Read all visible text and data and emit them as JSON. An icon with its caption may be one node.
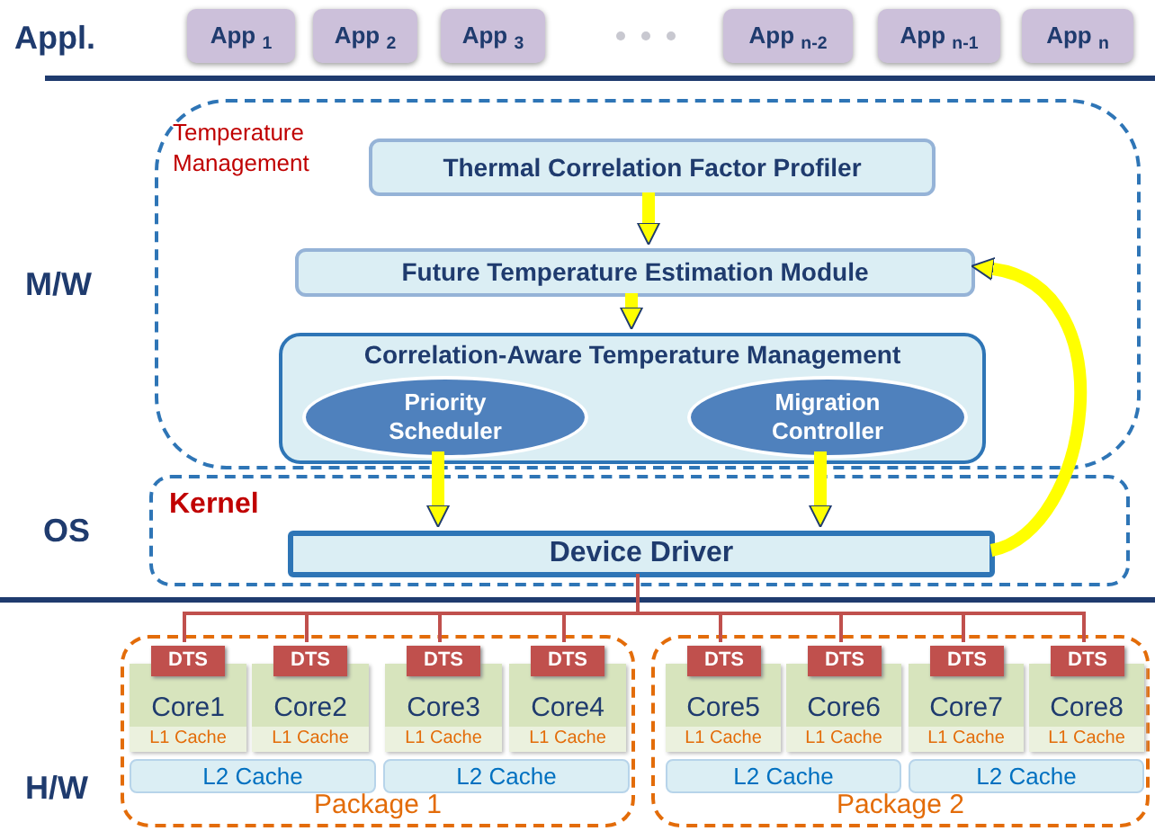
{
  "diagram": {
    "nodes": [
      {
        "text": [
          "App $_{1}$"
        ]
      },
      {
        "text": [
          "App $_{2}$"
        ]
      },
      {
        "text": [
          "App $_{3}$"
        ]
      },
      {
        "text": [
          "App $_{n-2}$"
        ]
      },
      {
        "text": [
          "App $_{n-1}$"
        ]
      },
      {
        "text": [
          "App $_{n}$"
        ]
      },
      {
        "text": [
          "Temperature Management"
        ]
      },
      {
        "text": [
          "Thermal Correlation Factor Profiler"
        ],
        "in": 6
      },
      {
        "text": [
          "Future Temperature Estimation Module"
        ],
        "in": 6
      },
      {
        "text": [
          "Correlation-Aware Temperature Management"
        ],
        "in": 6
      },
      {
        "text": [
          "Priority Scheduler"
        ],
        "in": 9
      },
      {
        "text": [
          "Migration Controller"
        ],
        "in": 9
      },
      {
        "text": [
          "Kernel"
        ]
      },
      {
        "text": [
          "Device Driver"
        ],
        "in": 12
      },
      {
        "text": [
          "Package 1"
        ]
      },
      {
        "text": [
          "Core1",
          "L1 Cache"
        ],
        "in": 14
      },
      {
        "text": [
          "DTS"
        ],
        "in": 14
      },
      {
        "text": [
          "Core2",
          "L1 Cache"
        ],
        "in": 14
      },
      {
        "text": [
          "DTS"
        ],
        "in": 14
      },
      {
        "text": [
          "Core3",
          "L1 Cache"
        ],
        "in": 14
      },
      {
        "text": [
          "DTS"
        ],
        "in": 14
      },
      {
        "text": [
          "Core4",
          "L1 Cache"
        ],
        "in": 14
      },
      {
        "text": [
          "DTS"
        ],
        "in": 14
      },
      {
        "text": [
          "L2 Cache"
        ],
        "in": 14
      },
      {
        "text": [
          "L2 Cache"
        ],
        "in": 14
      },
      {
        "text": [
          "Package 2"
        ]
      },
      {
        "text": [
          "Core5",
          "L1 Cache"
        ],
        "in": 25
      },
      {
        "text": [
          "DTS"
        ],
        "in": 25
      },
      {
        "text": [
          "Core6",
          "L1 Cache"
        ],
        "in": 25
      },
      {
        "text": [
          "DTS"
        ],
        "in": 25
      },
      {
        "text": [
          "Core7",
          "L1 Cache"
        ],
        "in": 25
      },
      {
        "text": [
          "DTS"
        ],
        "in": 25
      },
      {
        "text": [
          "Core8",
          "L1 Cache"
        ],
        "in": 25
      },
      {
        "text": [
          "DTS"
        ],
        "in": 25
      },
      {
        "text": [
          "L2 Cache"
        ],
        "in": 25
      },
      {
        "text": [
          "L2 Cache"
        ],
        "in": 25
      }
    ],
    "edges": [
      {
        "from": 7,
        "to": 8,
        "arrow": "to",
        "style": "thick",
        "color": "#ffff00"
      },
      {
        "from": 8,
        "to": 9,
        "arrow": "to",
        "style": "thick",
        "color": "#ffff00"
      },
      {
        "from": 10,
        "to": 13,
        "arrow": "to",
        "style": "thick",
        "color": "#ffff00"
      },
      {
        "from": 11,
        "to": 13,
        "arrow": "to",
        "style": "thick",
        "color": "#ffff00"
      },
      {
        "from": 13,
        "to": 8,
        "arrow": "to",
        "style": "thick",
        "color": "#ffff00"
      },
      {
        "from": 13,
        "to": 16,
        "arrow": "none"
      },
      {
        "from": 13,
        "to": 18,
        "arrow": "none"
      },
      {
        "from": 13,
        "to": 20,
        "arrow": "none"
      },
      {
        "from": 13,
        "to": 22,
        "arrow": "none"
      },
      {
        "from": 13,
        "to": 27,
        "arrow": "none"
      },
      {
        "from": 13,
        "to": 29,
        "arrow": "none"
      },
      {
        "from": 13,
        "to": 31,
        "arrow": "none"
      },
      {
        "from": 13,
        "to": 33,
        "arrow": "none"
      }
    ],
    "labels": [
      "Appl.",
      "M/W",
      "OS",
      "H/W"
    ]
  }
}
